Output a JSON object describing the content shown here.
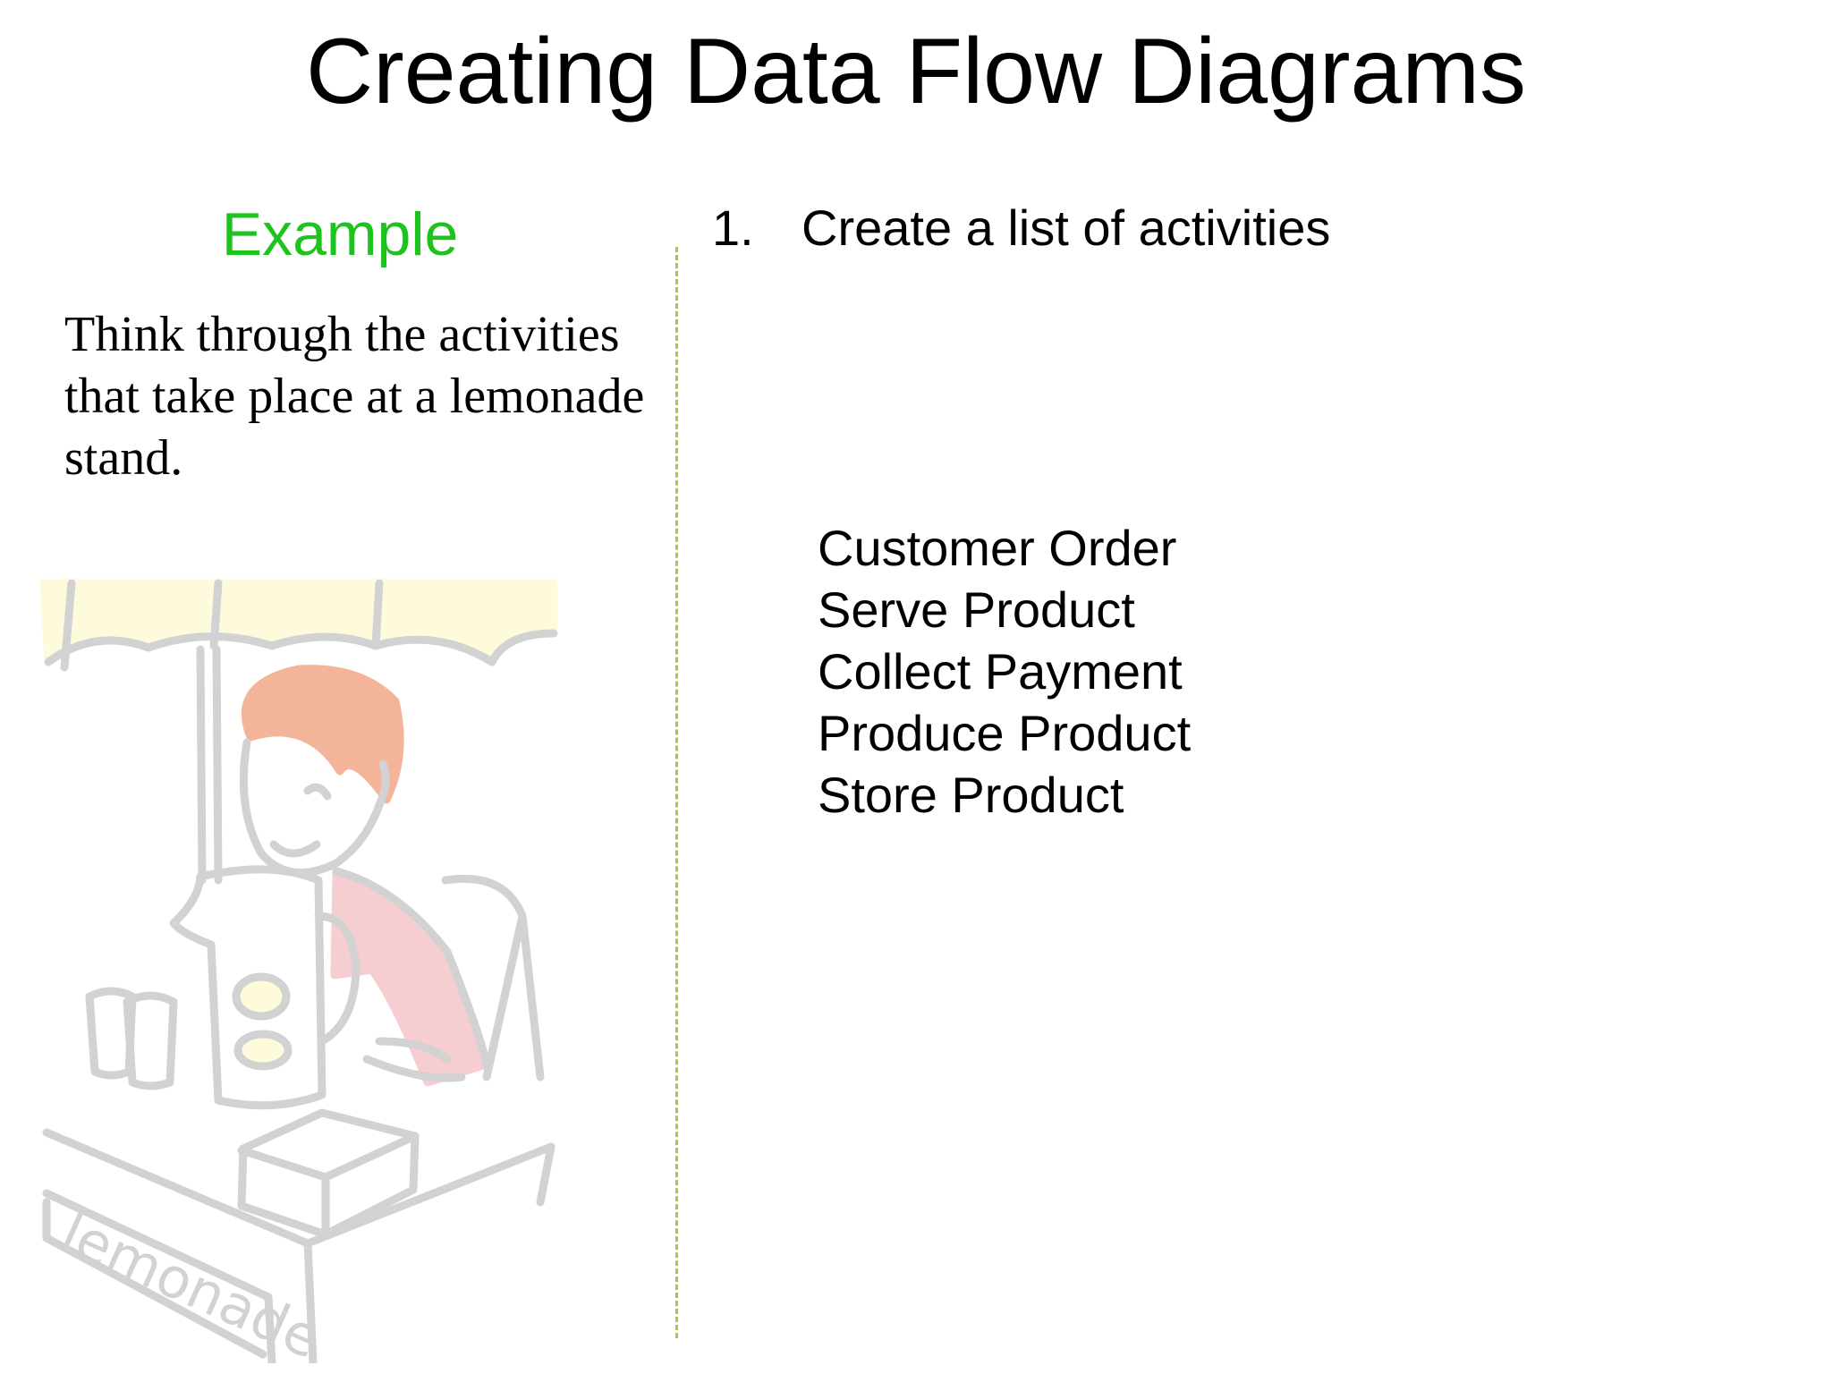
{
  "slide": {
    "title": "Creating Data Flow Diagrams"
  },
  "example": {
    "heading": "Example",
    "text": "Think through the activities that take place at a lemonade stand.",
    "illustration_sign": "lemonade"
  },
  "step": {
    "number": "1.",
    "label": "Create a list of activities"
  },
  "activities": [
    "Customer Order",
    "Serve Product",
    "Collect Payment",
    "Produce Product",
    "Store Product"
  ],
  "colors": {
    "heading_green": "#1ec41e",
    "divider_green": "#a8c648",
    "umbrella_yellow": "#fdfbdc",
    "hair_orange": "#f4b49a",
    "shirt_pink": "#f6cdd0",
    "line_gray": "#d2d2d2"
  }
}
